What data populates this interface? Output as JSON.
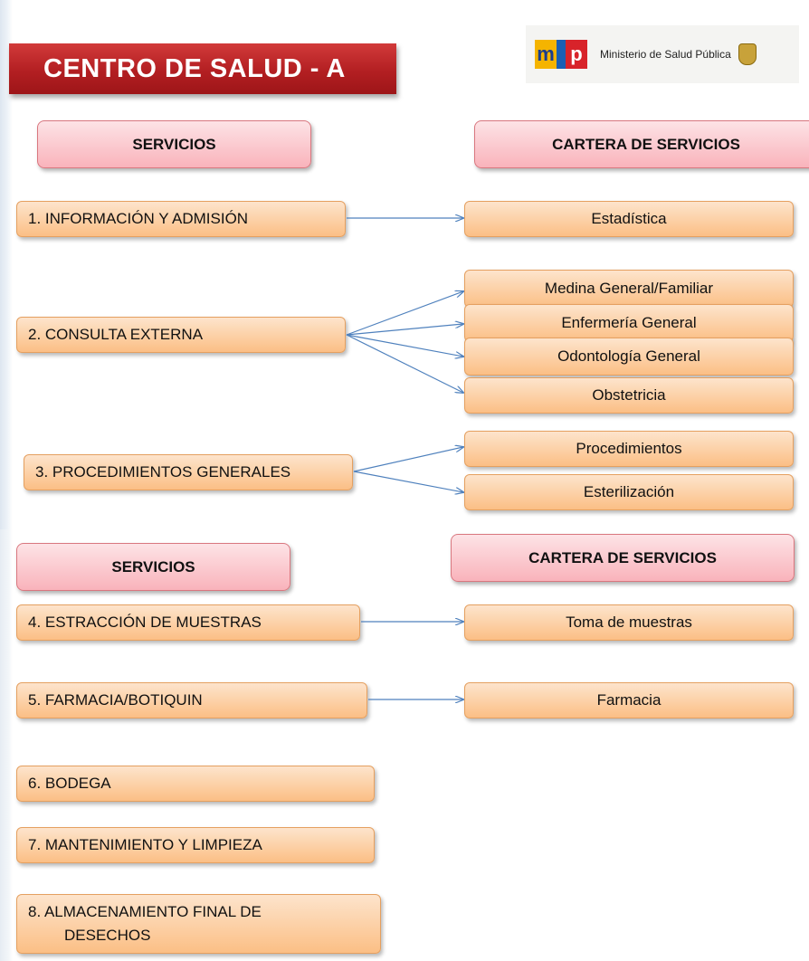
{
  "title": "CENTRO DE SALUD - A",
  "logo": {
    "text": "Ministerio de Salud Pública",
    "m": "m",
    "p": "p"
  },
  "headers": {
    "servicios_1": "SERVICIOS",
    "cartera_1": "CARTERA DE SERVICIOS",
    "servicios_2": "SERVICIOS",
    "cartera_2": "CARTERA DE SERVICIOS"
  },
  "servicios": [
    "1.   INFORMACIÓN Y ADMISIÓN",
    "2.     CONSULTA EXTERNA",
    "3.   PROCEDIMIENTOS GENERALES",
    "4. ESTRACCIÓN DE MUESTRAS",
    "5. FARMACIA/BOTIQUIN",
    "6. BODEGA",
    "7. MANTENIMIENTO Y LIMPIEZA",
    "8. ALMACENAMIENTO FINAL DE",
    "DESECHOS"
  ],
  "cartera": [
    "Estadística",
    "Medina General/Familiar",
    "Enfermería General",
    "Odontología General",
    "Obstetricia",
    "Procedimientos",
    "Esterilización",
    "Toma de muestras",
    "Farmacia"
  ],
  "colors": {
    "banner": "#b31f22",
    "header_fill": "#f9b3bb",
    "box_fill": "#fbbf85",
    "arrow": "#4f81bd"
  }
}
